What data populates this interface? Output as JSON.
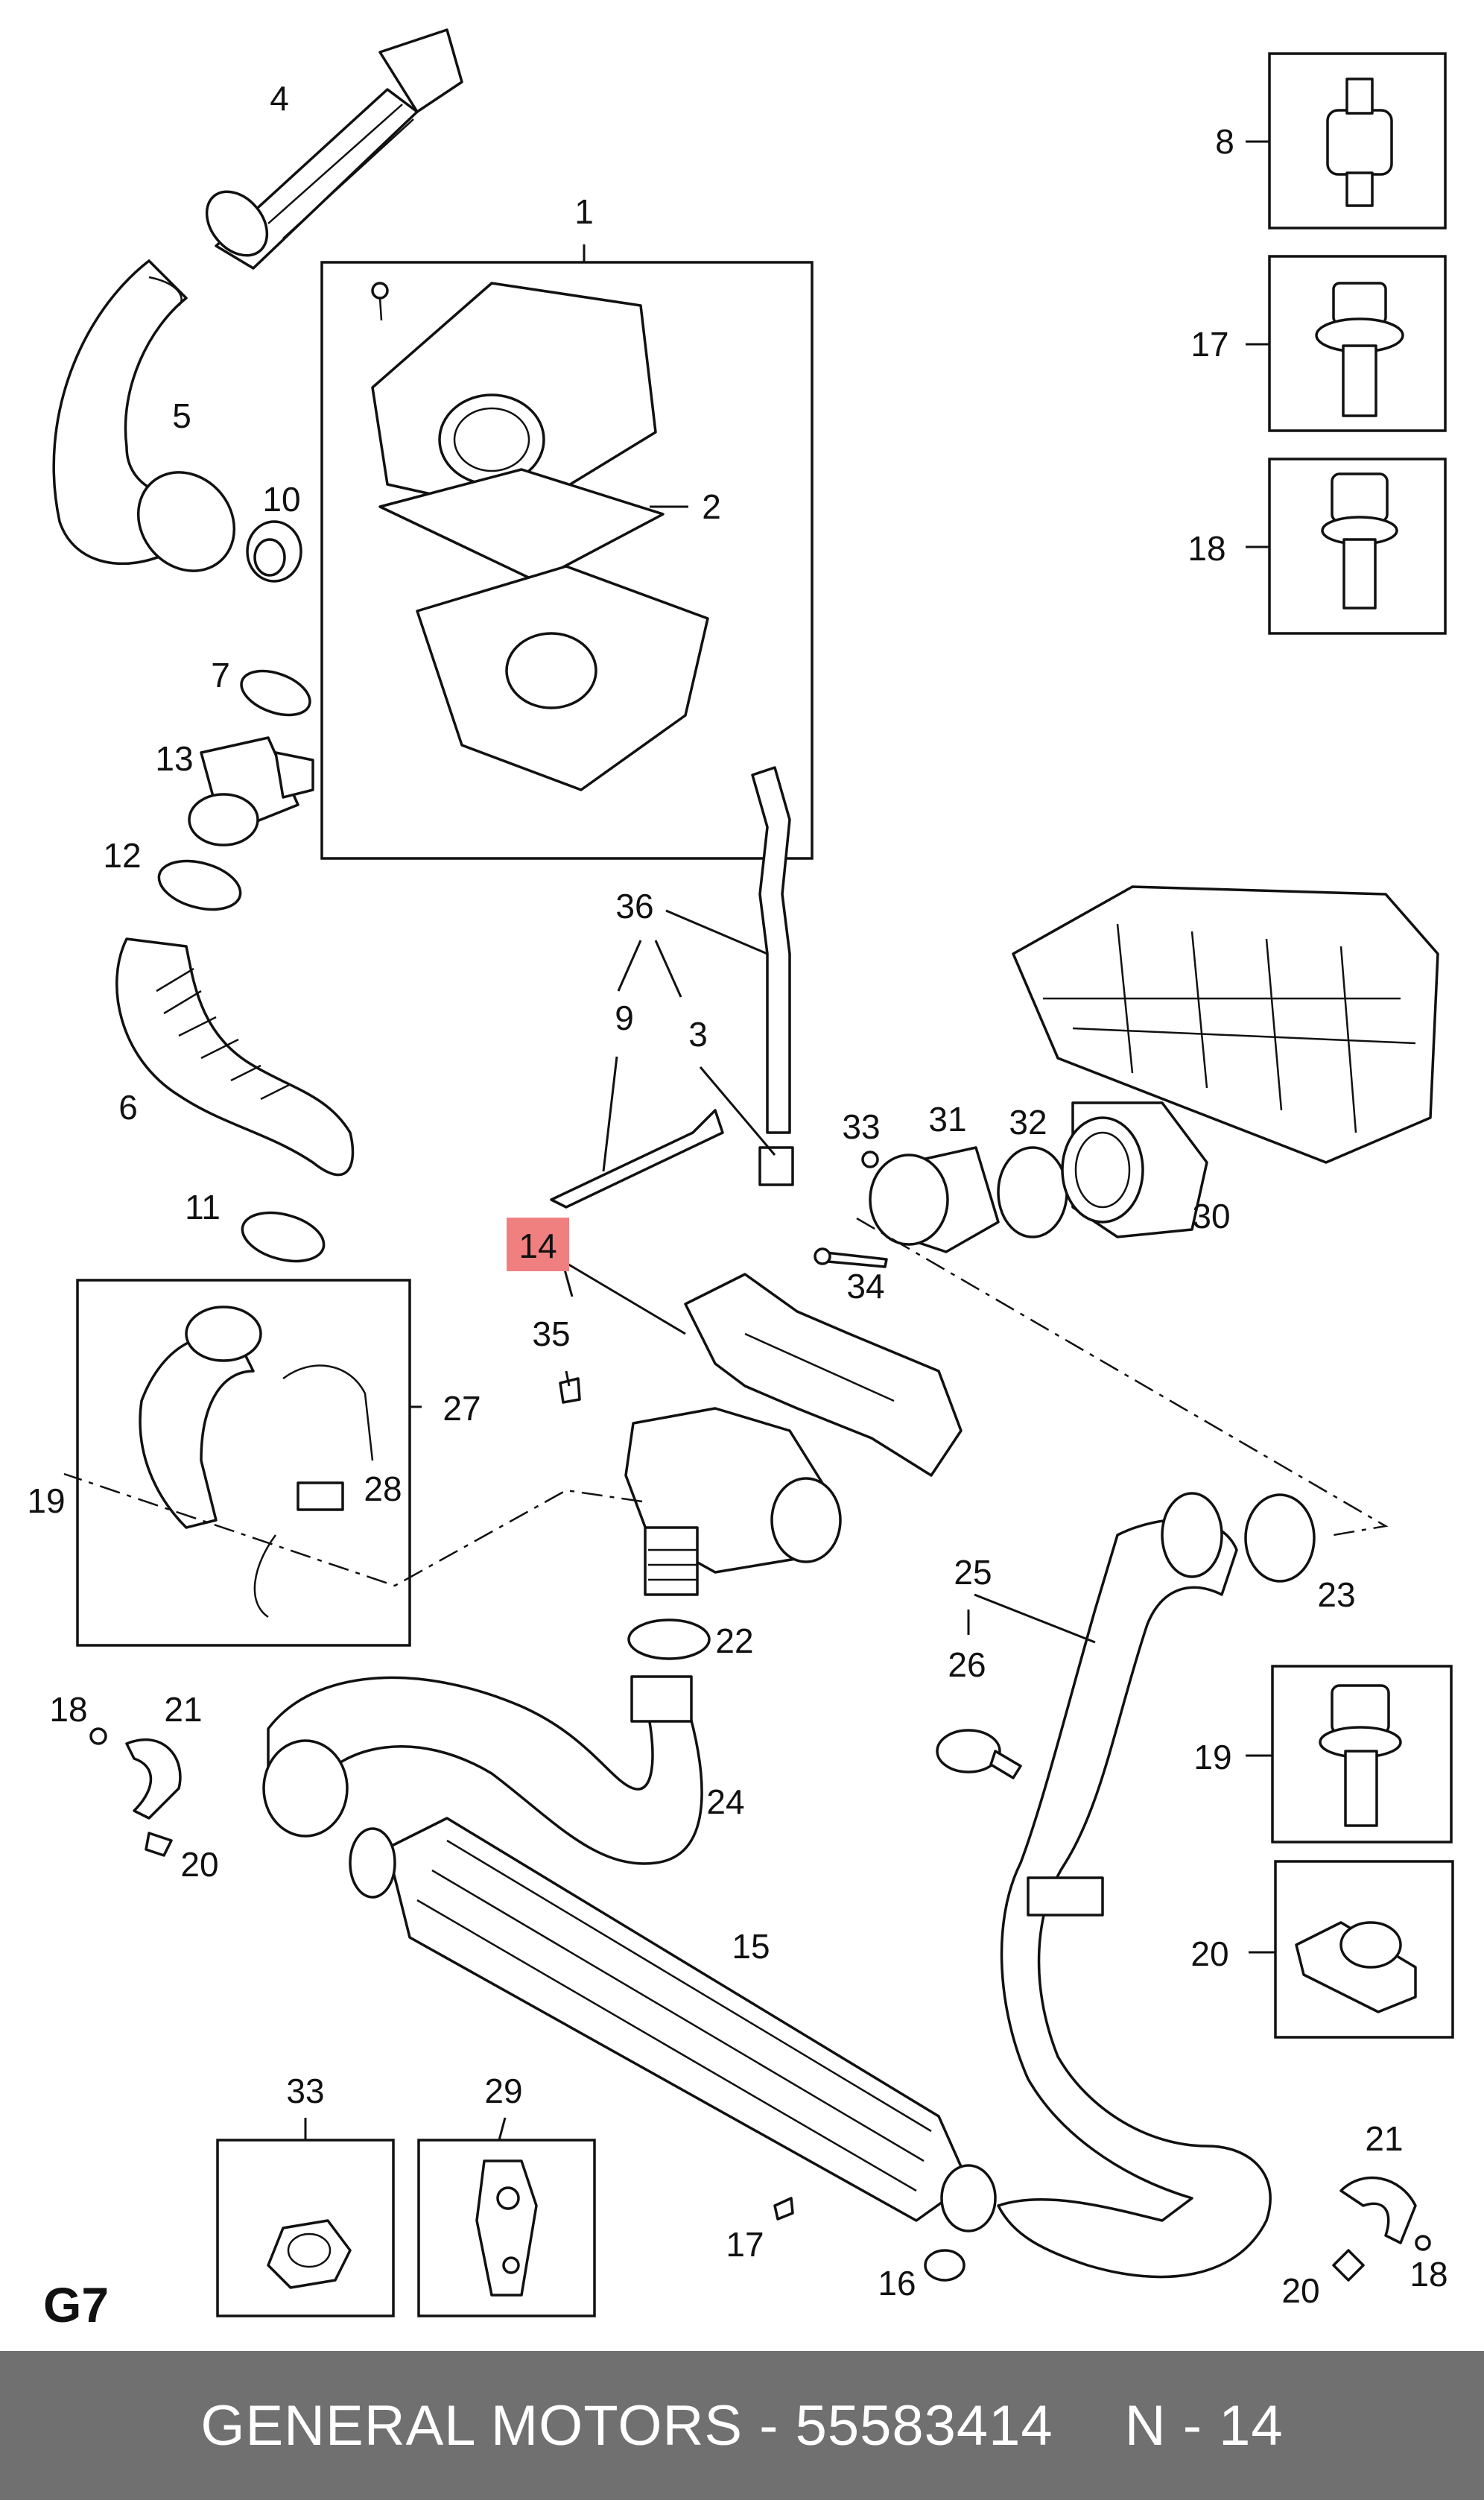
{
  "page_code": "G7",
  "highlight": {
    "number": "14",
    "color": "#f08080"
  },
  "footer": {
    "brand": "GENERAL MOTORS",
    "separator1": " - ",
    "part_number": "55583414",
    "position_label": "N - 14",
    "background": "#707070"
  },
  "callouts": {
    "c1": "1",
    "c2": "2",
    "c3": "3",
    "c4": "4",
    "c5": "5",
    "c6": "6",
    "c7": "7",
    "c8": "8",
    "c9": "9",
    "c10": "10",
    "c11": "11",
    "c12": "12",
    "c13": "13",
    "c14": "14",
    "c15": "15",
    "c16": "16",
    "c17a": "17",
    "c17b": "17",
    "c18a": "18",
    "c18b": "18",
    "c18c": "18",
    "c19a": "19",
    "c19b": "19",
    "c20a": "20",
    "c20b": "20",
    "c20c": "20",
    "c21a": "21",
    "c21b": "21",
    "c22": "22",
    "c23": "23",
    "c24": "24",
    "c25": "25",
    "c26": "26",
    "c27": "27",
    "c28": "28",
    "c29": "29",
    "c30": "30",
    "c31": "31",
    "c32": "32",
    "c33a": "33",
    "c33b": "33",
    "c34": "34",
    "c35": "35",
    "c36": "36"
  }
}
